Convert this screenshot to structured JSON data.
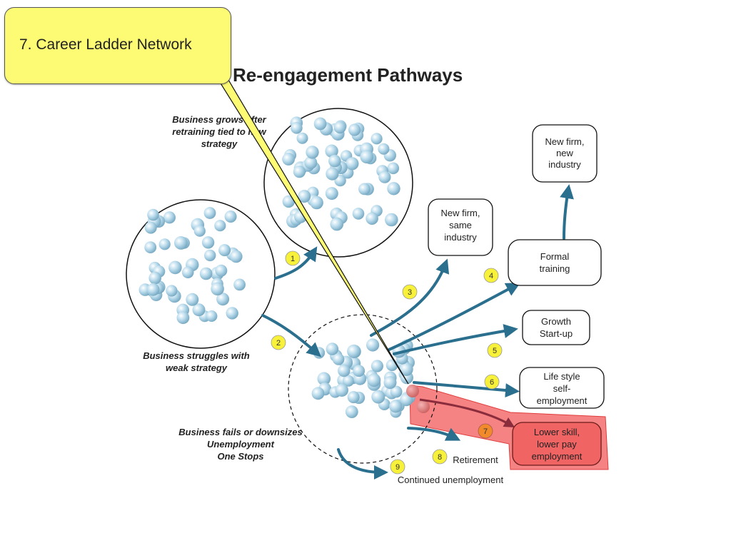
{
  "callout": {
    "label": "7. Career Ladder Network"
  },
  "title": "Re-engagement Pathways",
  "cluster_labels": {
    "grows": [
      "Business grows after",
      "retraining tied to new",
      "strategy"
    ],
    "struggles": [
      "Business struggles with",
      "weak strategy"
    ],
    "fails": [
      "Business fails or downsizes",
      "Unemployment",
      "One Stops"
    ]
  },
  "outcomes": {
    "new_firm_new_industry": [
      "New firm,",
      "new",
      "industry"
    ],
    "new_firm_same_industry": [
      "New firm,",
      "same",
      "industry"
    ],
    "formal_training": [
      "Formal",
      "training"
    ],
    "growth_startup": [
      "Growth",
      "Start-up"
    ],
    "lifestyle": [
      "Life style",
      "self-",
      "employment"
    ],
    "lower_skill": [
      "Lower skill,",
      "lower pay",
      "employment"
    ],
    "retirement": "Retirement",
    "continued_unemployment": "Continued unemployment"
  },
  "step_numbers": [
    "1",
    "2",
    "3",
    "4",
    "5",
    "6",
    "7",
    "8",
    "9"
  ],
  "colors": {
    "arrow": "#2b6f8e",
    "badge": "#f8f13a",
    "badge_highlight": "#f08a2a",
    "highlight": "#f25a5a",
    "callout": "#fdfb74",
    "sphere": "#a9cfe3"
  }
}
